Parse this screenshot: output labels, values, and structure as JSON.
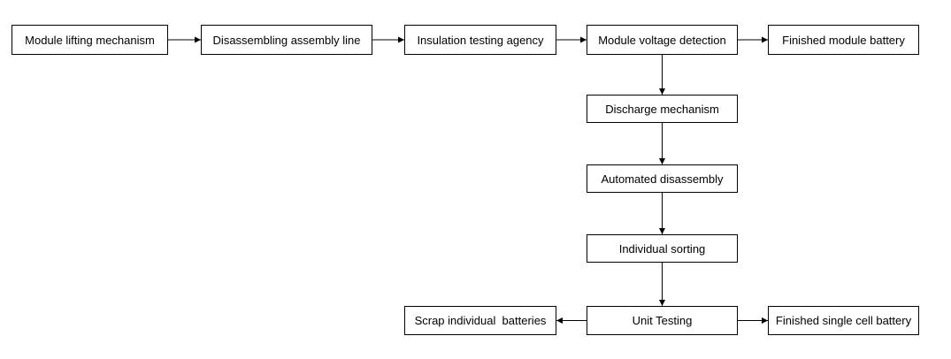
{
  "diagram": {
    "nodes": {
      "module_lifting_mechanism": "Module lifting mechanism",
      "disassembling_assembly_line": "Disassembling assembly line",
      "insulation_testing_agency": "Insulation testing agency",
      "module_voltage_detection": "Module voltage detection",
      "finished_module_battery": "Finished module battery",
      "discharge_mechanism": "Discharge mechanism",
      "automated_disassembly": "Automated disassembly",
      "individual_sorting": "Individual sorting",
      "unit_testing": "Unit Testing",
      "scrap_individual_batteries": "Scrap individual  batteries",
      "finished_single_cell_battery": "Finished single cell battery"
    },
    "edges": [
      [
        "module_lifting_mechanism",
        "disassembling_assembly_line"
      ],
      [
        "disassembling_assembly_line",
        "insulation_testing_agency"
      ],
      [
        "insulation_testing_agency",
        "module_voltage_detection"
      ],
      [
        "module_voltage_detection",
        "finished_module_battery"
      ],
      [
        "module_voltage_detection",
        "discharge_mechanism"
      ],
      [
        "discharge_mechanism",
        "automated_disassembly"
      ],
      [
        "automated_disassembly",
        "individual_sorting"
      ],
      [
        "individual_sorting",
        "unit_testing"
      ],
      [
        "unit_testing",
        "scrap_individual_batteries"
      ],
      [
        "unit_testing",
        "finished_single_cell_battery"
      ]
    ],
    "colors": {
      "stroke": "#000000",
      "fill": "#ffffff",
      "text": "#000000"
    }
  }
}
